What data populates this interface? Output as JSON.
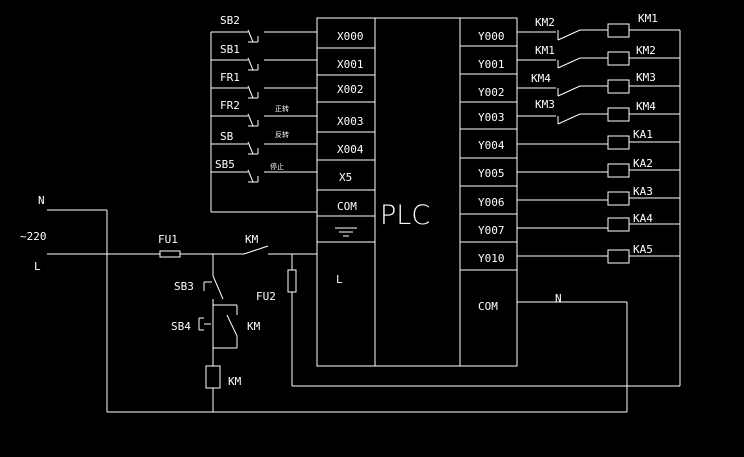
{
  "plc": {
    "title": "PLC",
    "com_left": "COM",
    "com_right": "COM",
    "l_label": "L",
    "inputs": [
      "X000",
      "X001",
      "X002",
      "X003",
      "X004",
      "X5"
    ],
    "outputs": [
      "Y000",
      "Y001",
      "Y002",
      "Y003",
      "Y004",
      "Y005",
      "Y006",
      "Y007",
      "Y010"
    ]
  },
  "input_switches": [
    "SB2",
    "SB1",
    "FR1",
    "FR2",
    "SB",
    "SB5"
  ],
  "input_notes": [
    "正转",
    "反转",
    "停止"
  ],
  "output_contacts": [
    "KM2",
    "KM1",
    "KM4",
    "KM3"
  ],
  "output_coils": [
    "KM1",
    "KM2",
    "KM3",
    "KM4",
    "KA1",
    "KA2",
    "KA3",
    "KA4",
    "KA5"
  ],
  "power": {
    "n_label": "N",
    "voltage": "~220",
    "l_label": "L",
    "fuse1": "FU1",
    "fuse2": "FU2",
    "km_contact": "KM",
    "sb3": "SB3",
    "sb4": "SB4",
    "km_hold": "KM",
    "km_coil": "KM",
    "n_right": "N"
  }
}
